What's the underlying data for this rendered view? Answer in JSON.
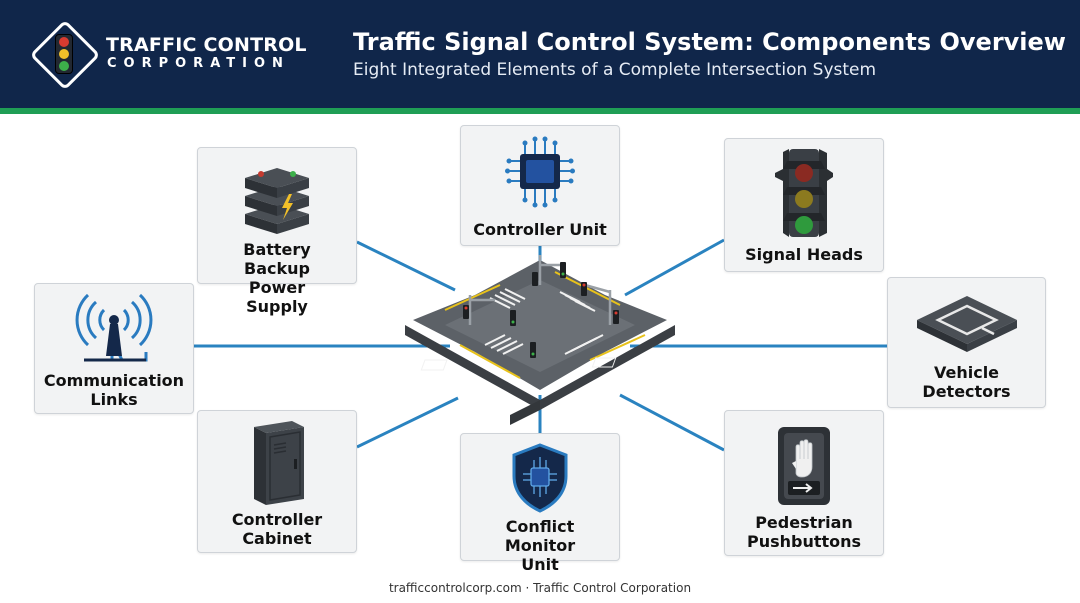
{
  "brand": {
    "name_line1": "TRAFFIC CONTROL",
    "name_line2": "CORPORATION"
  },
  "header": {
    "title": "Traffic Signal Control System: Components Overview",
    "subtitle": "Eight Integrated Elements of a Complete Intersection System"
  },
  "colors": {
    "header_bg": "#10264a",
    "accent_stripe": "#1f9e55",
    "connector": "#2a83c0",
    "card_bg": "#f2f3f4"
  },
  "components": {
    "controller_unit": {
      "label": "Controller Unit",
      "icon": "microchip-icon"
    },
    "battery_backup": {
      "label": "Battery Backup Power Supply",
      "icon": "battery-stack-icon"
    },
    "signal_heads": {
      "label": "Signal Heads",
      "icon": "traffic-signal-icon"
    },
    "communication_links": {
      "label": "Communication Links",
      "icon": "antenna-icon"
    },
    "vehicle_detectors": {
      "label": "Vehicle Detectors",
      "icon": "inductive-loop-icon"
    },
    "controller_cabinet": {
      "label": "Controller Cabinet",
      "icon": "cabinet-icon"
    },
    "conflict_monitor": {
      "label": "Conflict Monitor Unit",
      "icon": "shield-chip-icon"
    },
    "pedestrian_pushbuttons": {
      "label": "Pedestrian Pushbuttons",
      "icon": "pushbutton-hand-icon"
    }
  },
  "footer": {
    "text": "trafficcontrolcorp.com · Traffic Control Corporation"
  }
}
